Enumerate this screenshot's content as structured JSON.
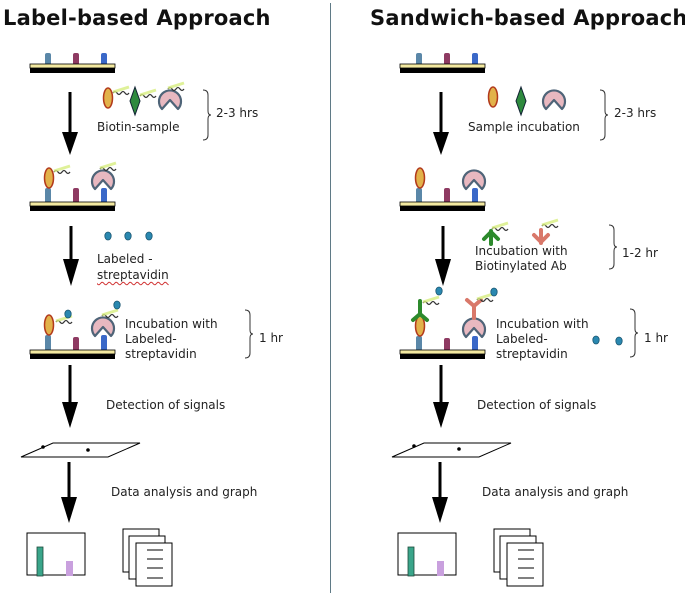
{
  "panels": {
    "left": {
      "title": "Label-based Approach",
      "step1_label": "Biotin-sample",
      "step1_time": "2-3 hrs",
      "step2_label_line1": "Labeled -",
      "step2_label_line2": "streptavidin",
      "step3_label_line1": "Incubation with",
      "step3_label_line2": "Labeled-",
      "step3_label_line3": "streptavidin",
      "step3_time": "1 hr",
      "detection_label": "Detection of signals",
      "analysis_label": "Data analysis and graph"
    },
    "right": {
      "title": "Sandwich-based Approach",
      "step1_label": "Sample incubation",
      "step1_time": "2-3 hrs",
      "step2_label_line1": "Incubation with",
      "step2_label_line2": "Biotinylated Ab",
      "step2_time": "1-2 hr",
      "step3_label_line1": "Incubation with",
      "step3_label_line2": "Labeled-",
      "step3_label_line3": "streptavidin",
      "step3_time": "1 hr",
      "detection_label": "Detection of signals",
      "analysis_label": "Data analysis and graph"
    }
  },
  "colors": {
    "slide_surface": "#f3e9a0",
    "slide_base": "#000000",
    "capture_1": "#5a87a8",
    "capture_2": "#8e3a62",
    "capture_3": "#3a68c8",
    "oval_fill": "#e2b24a",
    "oval_stroke": "#b23a1c",
    "diamond_fill": "#2e8a3e",
    "pacman_fill": "#e8b8c0",
    "pacman_stroke": "#4f6478",
    "biotin_tag": "#d8ee80",
    "streptavidin_dot": "#2a88b0",
    "antibody_green": "#2c8a2c",
    "antibody_red": "#d9786a",
    "bar_green": "#3aa58a",
    "bar_purple": "#c9a0de",
    "divider": "#5f7a86"
  }
}
